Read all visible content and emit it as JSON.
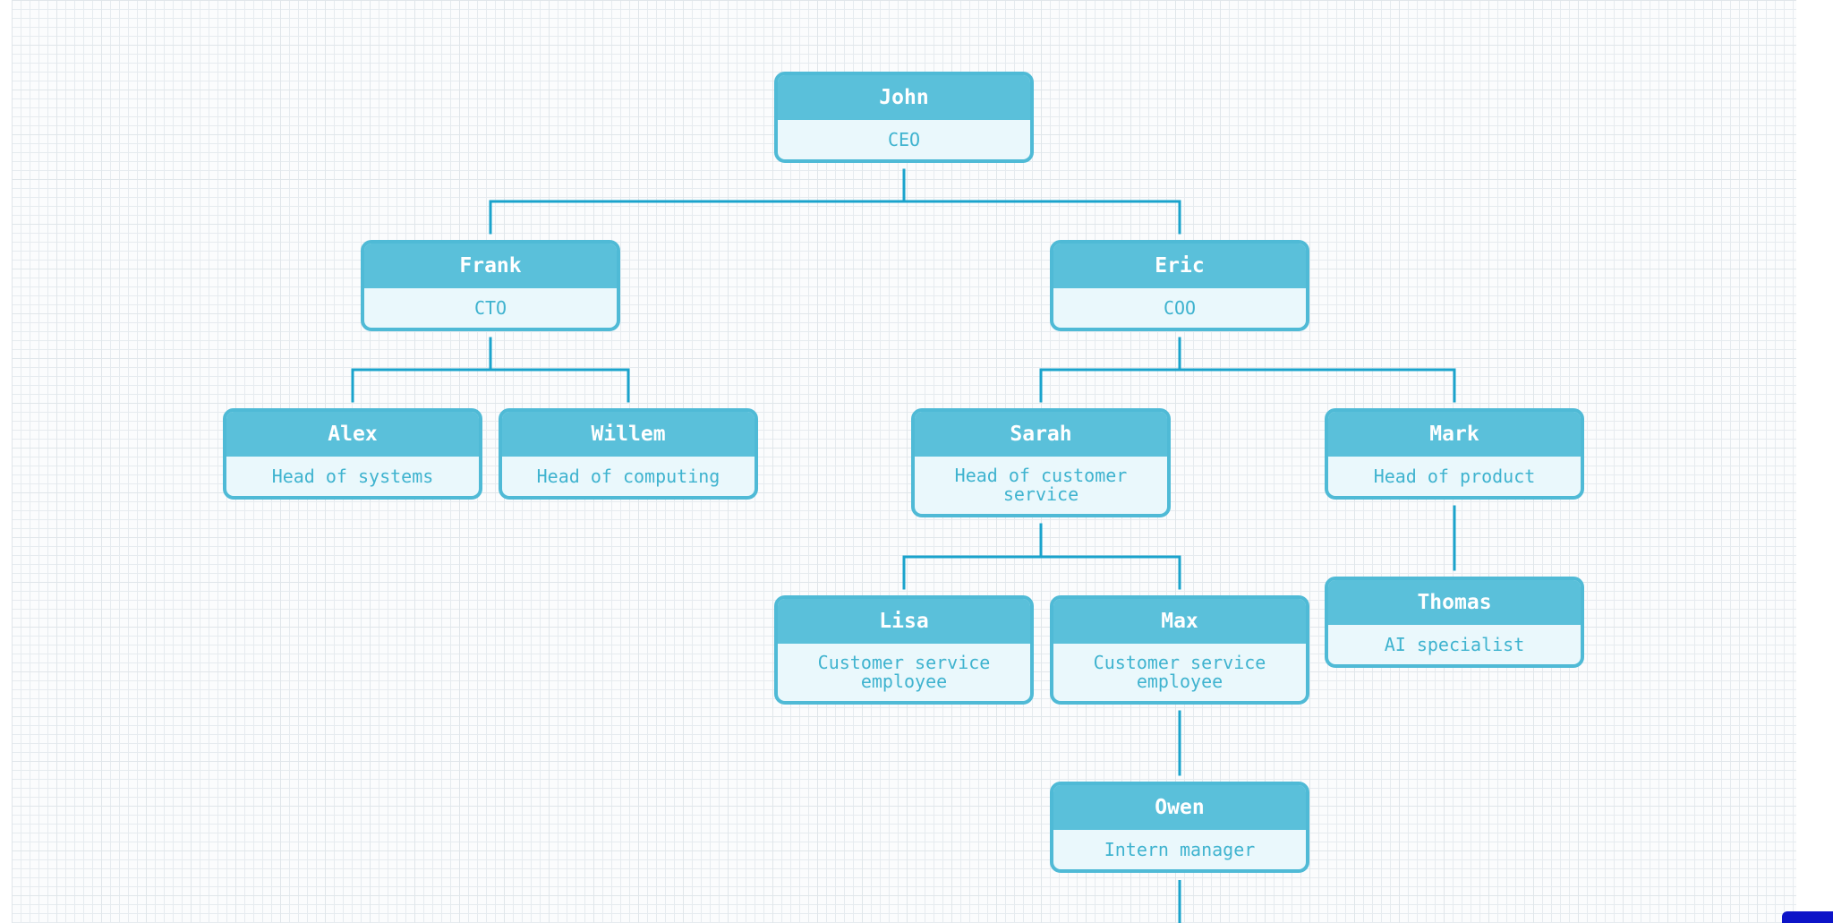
{
  "org_chart": {
    "nodes": [
      {
        "id": "john",
        "name": "John",
        "role": "CEO"
      },
      {
        "id": "frank",
        "name": "Frank",
        "role": "CTO"
      },
      {
        "id": "eric",
        "name": "Eric",
        "role": "COO"
      },
      {
        "id": "alex",
        "name": "Alex",
        "role": "Head of systems"
      },
      {
        "id": "willem",
        "name": "Willem",
        "role": "Head of computing"
      },
      {
        "id": "sarah",
        "name": "Sarah",
        "role": "Head of customer service"
      },
      {
        "id": "mark",
        "name": "Mark",
        "role": "Head of product"
      },
      {
        "id": "lisa",
        "name": "Lisa",
        "role": "Customer service employee"
      },
      {
        "id": "max",
        "name": "Max",
        "role": "Customer service employee"
      },
      {
        "id": "thomas",
        "name": "Thomas",
        "role": "AI specialist"
      },
      {
        "id": "owen",
        "name": "Owen",
        "role": "Intern manager"
      }
    ],
    "edges": [
      {
        "from": "john",
        "to": "frank"
      },
      {
        "from": "john",
        "to": "eric"
      },
      {
        "from": "frank",
        "to": "alex"
      },
      {
        "from": "frank",
        "to": "willem"
      },
      {
        "from": "eric",
        "to": "sarah"
      },
      {
        "from": "eric",
        "to": "mark"
      },
      {
        "from": "sarah",
        "to": "lisa"
      },
      {
        "from": "sarah",
        "to": "max"
      },
      {
        "from": "mark",
        "to": "thomas"
      },
      {
        "from": "max",
        "to": "owen"
      }
    ]
  },
  "colors": {
    "connector": "#1aa3cc",
    "header": "#5ac0da",
    "border": "#4fbad6",
    "body": "#eaf8fc",
    "role_text": "#3fb3cf"
  }
}
